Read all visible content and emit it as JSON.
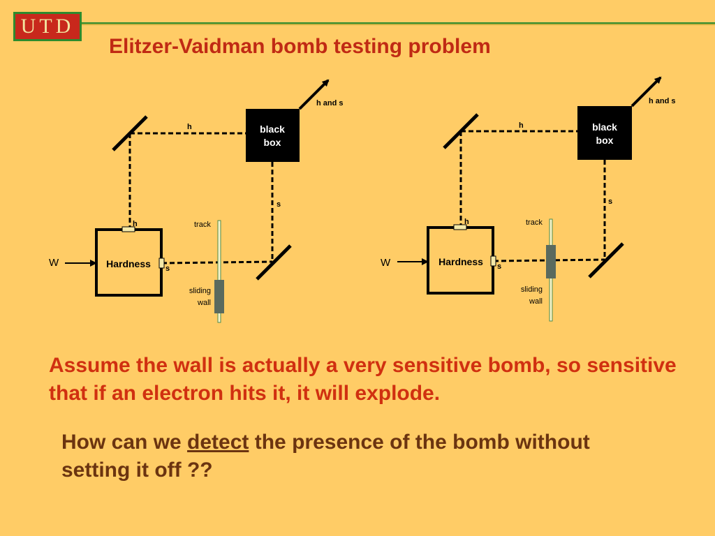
{
  "logo": {
    "text": "UTD"
  },
  "title": "Elitzer-Vaidman bomb testing problem",
  "diagrams": [
    {
      "input": "W",
      "hardness": "Hardness",
      "box_line1": "black",
      "box_line2": "box",
      "h_port": "h",
      "s_port": "s",
      "h_path": "h",
      "s_path": "s",
      "output": "h and s",
      "track": "track",
      "wall_line1": "sliding",
      "wall_line2": "wall",
      "wall_position": "out of path"
    },
    {
      "input": "W",
      "hardness": "Hardness",
      "box_line1": "black",
      "box_line2": "box",
      "h_port": "h",
      "s_port": "s",
      "h_path": "h",
      "s_path": "s",
      "output": "h and s",
      "track": "track",
      "wall_line1": "sliding",
      "wall_line2": "wall",
      "wall_position": "in path"
    }
  ],
  "paragraph1": "Assume the wall is actually a very sensitive bomb, so sensitive that if an electron hits it, it will explode.",
  "question": {
    "before": "How can we ",
    "emph": "detect",
    "after": " the presence of the bomb without setting it off ??"
  },
  "colors": {
    "background": "#FFCC66",
    "title": "#C02A14",
    "paragraph1": "#D03010",
    "question": "#6B3410",
    "logo_bg": "#C8281C",
    "logo_border": "#2E8B2E"
  }
}
